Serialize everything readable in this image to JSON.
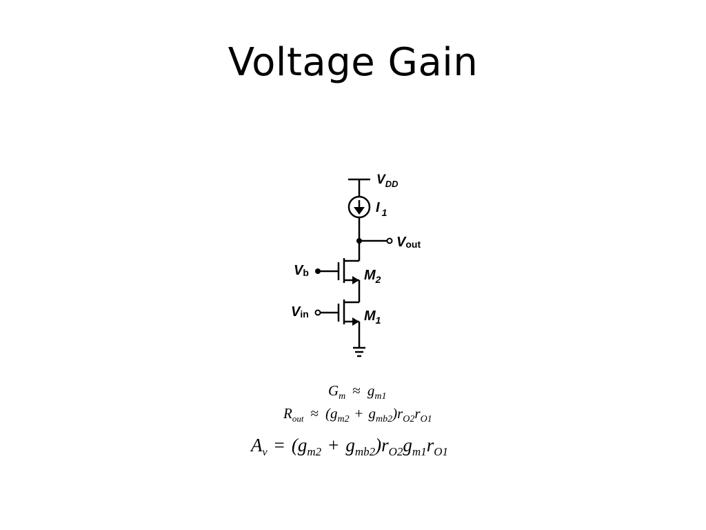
{
  "slide": {
    "title": "Voltage Gain"
  },
  "circuit": {
    "labels": {
      "vdd": {
        "main": "V",
        "sub": "DD"
      },
      "current_source": {
        "main": "I",
        "sub": "1"
      },
      "vout": {
        "main": "V",
        "sub": "out"
      },
      "vb": {
        "main": "V",
        "sub": "b"
      },
      "vin": {
        "main": "V",
        "sub": "in"
      },
      "m2": {
        "main": "M",
        "sub": "2"
      },
      "m1": {
        "main": "M",
        "sub": "1"
      }
    }
  },
  "equations": {
    "gm": {
      "lhs": "G",
      "lhs_sub": "m",
      "op": "≈",
      "rhs_1": "g",
      "rhs_1_sub": "m1"
    },
    "rout": {
      "lhs": "R",
      "lhs_sub": "out",
      "op": "≈",
      "rhs_1": "(g",
      "rhs_1_sub": "m2",
      "plus": "+",
      "rhs_2": "g",
      "rhs_2_sub": "mb2",
      "rhs_3": ")r",
      "rhs_3_sub": "O2",
      "rhs_4": "r",
      "rhs_4_sub": "O1"
    },
    "av": {
      "lhs": "A",
      "lhs_sub": "v",
      "op": "=",
      "rhs_1": "(g",
      "rhs_1_sub": "m2",
      "plus": "+",
      "rhs_2": "g",
      "rhs_2_sub": "mb2",
      "rhs_3": ")r",
      "rhs_3_sub": "O2",
      "rhs_4": "g",
      "rhs_4_sub": "m1",
      "rhs_5": "r",
      "rhs_5_sub": "O1"
    }
  }
}
